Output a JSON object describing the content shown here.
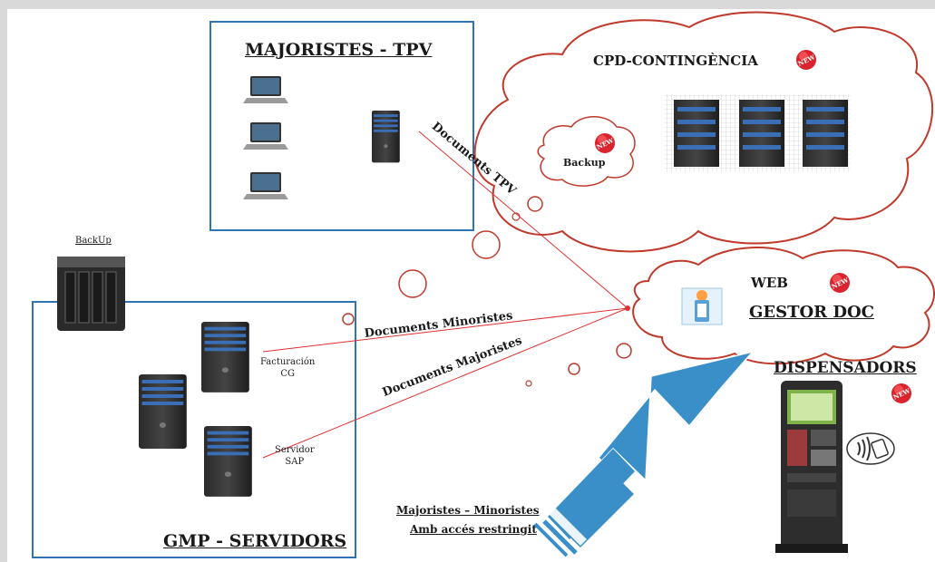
{
  "majoristes_box": {
    "title": "MAJORISTES - TPV"
  },
  "gmp_box": {
    "title": "GMP - SERVIDORS"
  },
  "cpd_cloud": {
    "title": "CPD-CONTINGÈNCIA"
  },
  "backup_cloud": {
    "label": "Backup"
  },
  "web_cloud": {
    "web_label": "WEB",
    "gestor_label": "GESTOR DOC"
  },
  "nas": {
    "label": "BackUp"
  },
  "servers": {
    "facturacion": "Facturación\nCG",
    "sap": "Servidor\nSAP"
  },
  "arrows": {
    "documents_tpv": "Documents TPV",
    "documents_minoristes": "Documents Minoristes",
    "documents_majoristes": "Documents Majoristes"
  },
  "dispensadors": {
    "title": "DISPENSADORS"
  },
  "access_note": {
    "line1": "Majoristes – Minoristes",
    "line2": "Amb accés restringit"
  },
  "badge": {
    "text": "NEW"
  },
  "colors": {
    "box_border": "#2e74b5",
    "cloud_stroke": "#c0392b",
    "arrow_fill": "#3a8fc9",
    "line_red": "#e03030",
    "badge_red": "#d9232e"
  },
  "icons": [
    "laptop-icon",
    "server-tower-icon",
    "nas-icon",
    "server-rack-icon",
    "kiosk-icon",
    "contactless-icon",
    "new-badge-icon",
    "web-app-icon"
  ]
}
